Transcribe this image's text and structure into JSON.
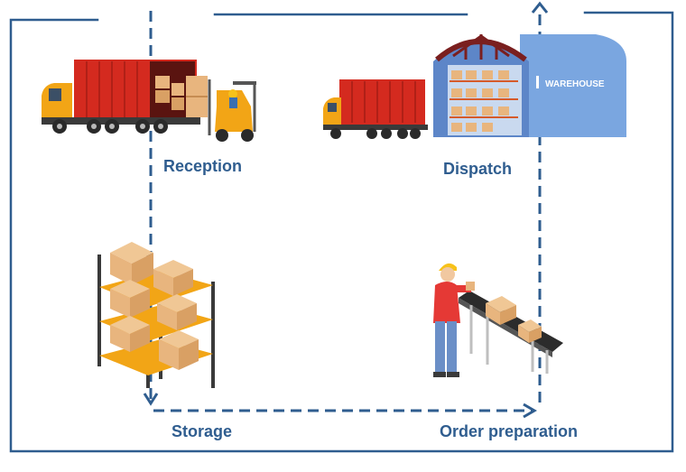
{
  "stages": {
    "reception": "Reception",
    "dispatch": "Dispatch",
    "storage": "Storage",
    "order_preparation": "Order preparation"
  },
  "warehouse_sign": "WAREHOUSE",
  "colors": {
    "label": "#2f5d8f",
    "flow_line": "#2f5d8f",
    "truck_container": "#d42a1f",
    "truck_cab": "#f2a516",
    "warehouse_wall": "#6f9bd8",
    "roof_frame": "#7a1f1f",
    "box": "#e8b57e",
    "shelf_frame": "#3a3a3a",
    "shelf_beam": "#f2a516",
    "worker_shirt": "#e53935",
    "worker_pants": "#6b8fc7",
    "helmet": "#f7c21a",
    "conveyor": "#2c2c2c"
  },
  "icons": [
    "truck-icon",
    "forklift-icon",
    "warehouse-building-icon",
    "storage-rack-icon",
    "worker-icon",
    "conveyor-icon",
    "box-icon"
  ]
}
